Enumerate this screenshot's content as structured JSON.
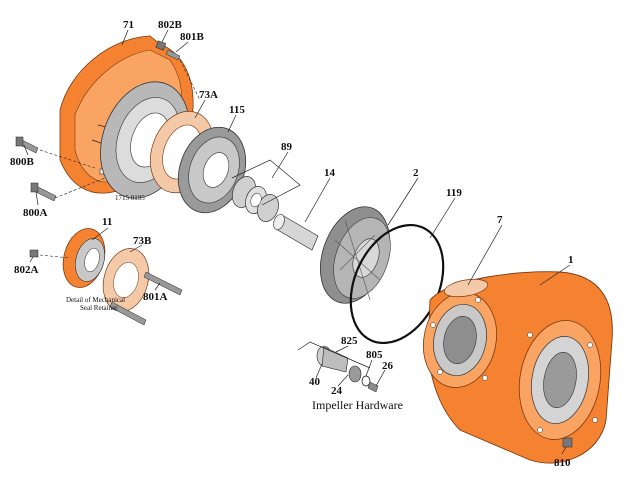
{
  "colors": {
    "orange": "#f58231",
    "orange_dark": "#c2591b",
    "orange_light": "#f9a463",
    "grey": "#b8b8b8",
    "grey_dark": "#6e6e6e",
    "grey_light": "#dcdcdc",
    "gasket": "#f4c9a8"
  },
  "labels": {
    "p71": "71",
    "p802b": "802B",
    "p801b": "801B",
    "p73a": "73A",
    "p115": "115",
    "p89": "89",
    "p14": "14",
    "p2": "2",
    "p119": "119",
    "p7": "7",
    "p1": "1",
    "p800b": "800B",
    "p800a": "800A",
    "p11": "11",
    "p73b": "73B",
    "p802a": "802A",
    "p801a": "801A",
    "p825": "825",
    "p805": "805",
    "p26": "26",
    "p40": "40",
    "p24": "24",
    "p810": "810"
  },
  "notes": {
    "drawing_number": "1715 0195",
    "detail_line1": "Detail of Mechanical",
    "detail_line2": "Seal Retainer",
    "impeller_hardware": "Impeller Hardware"
  }
}
